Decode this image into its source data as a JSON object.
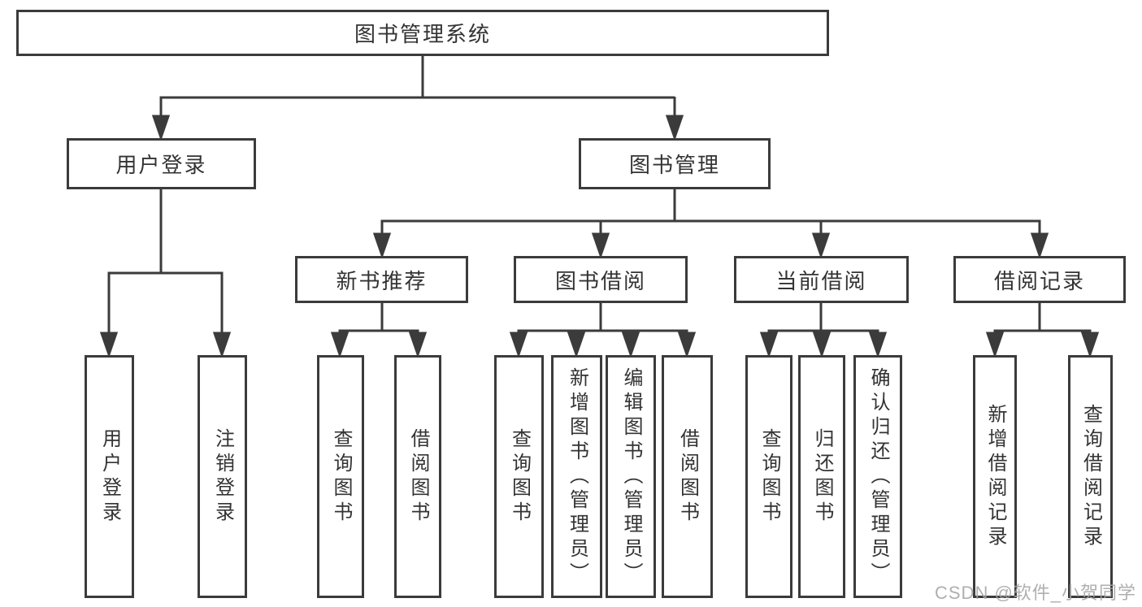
{
  "diagram": {
    "title": "图书管理系统",
    "level2": {
      "user_login": "用户登录",
      "book_mgmt": "图书管理"
    },
    "level3": {
      "new_book": "新书推荐",
      "book_borrow": "图书借阅",
      "current_borrow": "当前借阅",
      "borrow_record": "借阅记录"
    },
    "leaves": {
      "user_login_1": "用户登录",
      "user_login_2": "注销登录",
      "new_book_1": "查询图书",
      "new_book_2": "借阅图书",
      "book_borrow_1": "查询图书",
      "book_borrow_2": "新增图书（管理员）",
      "book_borrow_3": "编辑图书（管理员）",
      "book_borrow_4": "借阅图书",
      "current_borrow_1": "查询图书",
      "current_borrow_2": "归还图书",
      "current_borrow_3": "确认归还（管理员）",
      "borrow_record_1": "新增借阅记录",
      "borrow_record_2": "查询借阅记录"
    }
  },
  "watermark": "CSDN @软件_小贺同学",
  "colors": {
    "line": "#3b3b3b",
    "text": "#333333",
    "watermark": "#a4a4a4",
    "background": "#ffffff"
  }
}
